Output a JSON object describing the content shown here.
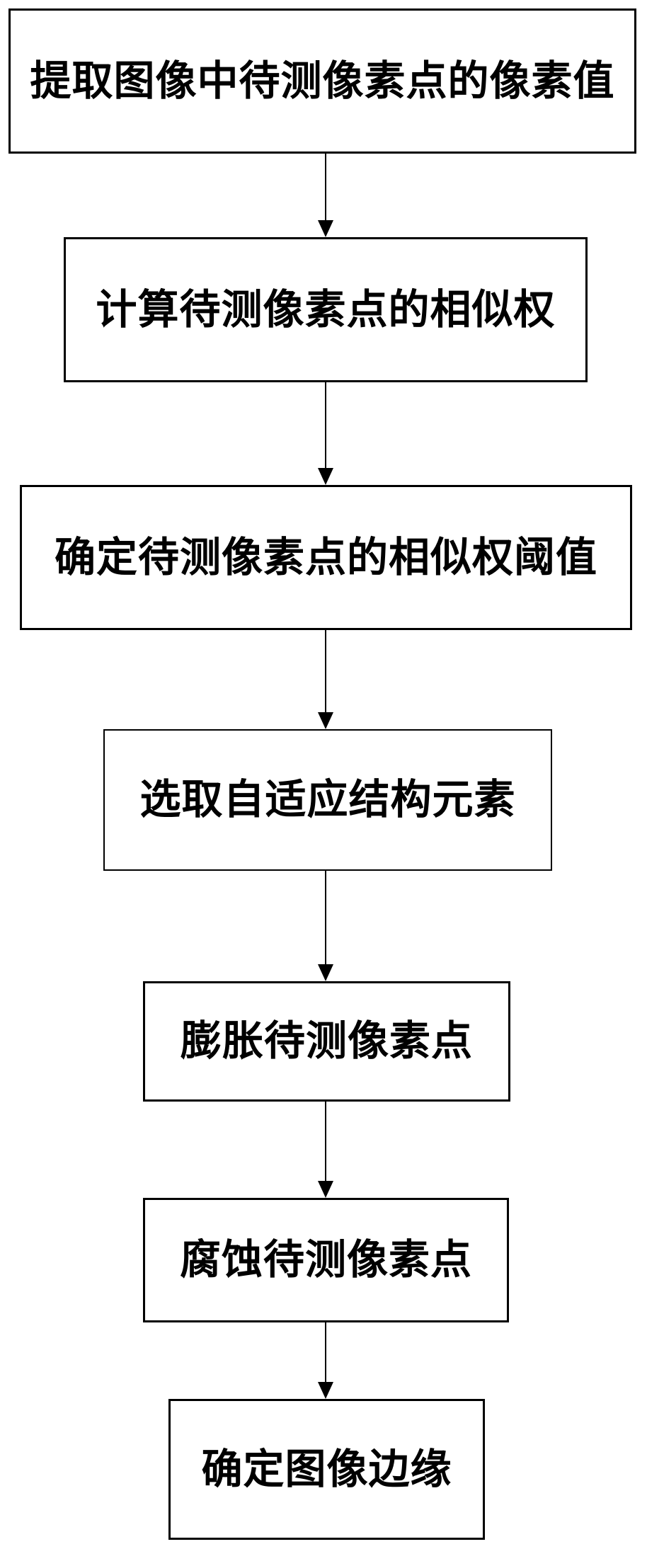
{
  "diagram": {
    "type": "flowchart",
    "orientation": "vertical",
    "background_color": "#ffffff",
    "line_color": "#000000",
    "text_color": "#000000",
    "steps": [
      {
        "label": "提取图像中待测像素点的像素值"
      },
      {
        "label": "计算待测像素点的相似权"
      },
      {
        "label": "确定待测像素点的相似权阈值"
      },
      {
        "label": "选取自适应结构元素"
      },
      {
        "label": "膨胀待测像素点"
      },
      {
        "label": "腐蚀待测像素点"
      },
      {
        "label": "确定图像边缘"
      }
    ],
    "connections": [
      {
        "from": 1,
        "to": 2
      },
      {
        "from": 2,
        "to": 3
      },
      {
        "from": 3,
        "to": 4
      },
      {
        "from": 4,
        "to": 5
      },
      {
        "from": 5,
        "to": 6
      },
      {
        "from": 6,
        "to": 7
      }
    ]
  }
}
